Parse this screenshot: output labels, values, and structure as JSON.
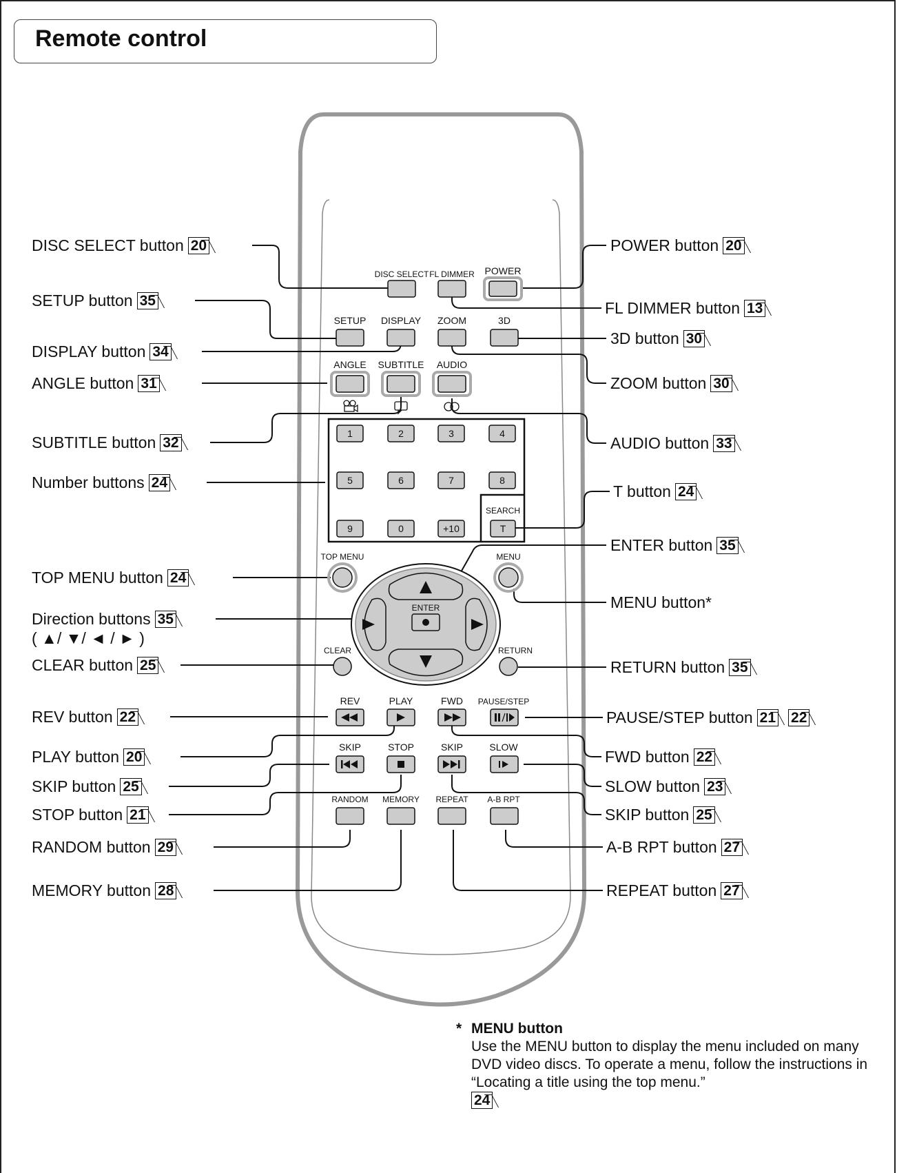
{
  "header": {
    "title": "Remote control"
  },
  "remote_buttons": {
    "disc_select": "DISC SELECT",
    "fl_dimmer": "FL DIMMER",
    "power": "POWER",
    "setup": "SETUP",
    "display": "DISPLAY",
    "zoom": "ZOOM",
    "three_d": "3D",
    "angle": "ANGLE",
    "subtitle": "SUBTITLE",
    "audio": "AUDIO",
    "numbers": [
      "1",
      "2",
      "3",
      "4",
      "5",
      "6",
      "7",
      "8",
      "9",
      "0",
      "+10"
    ],
    "search": "SEARCH",
    "t": "T",
    "top_menu": "TOP MENU",
    "menu": "MENU",
    "enter": "ENTER",
    "clear": "CLEAR",
    "return": "RETURN",
    "rev": "REV",
    "play": "PLAY",
    "fwd": "FWD",
    "pause_step": "PAUSE/STEP",
    "skip_back": "SKIP",
    "stop": "STOP",
    "skip_fwd": "SKIP",
    "slow": "SLOW",
    "random": "RANDOM",
    "memory": "MEMORY",
    "repeat": "REPEAT",
    "ab_rpt": "A-B RPT"
  },
  "callouts_left": [
    {
      "text": "DISC SELECT button",
      "ref": "20"
    },
    {
      "text": "SETUP button",
      "ref": "35"
    },
    {
      "text": "DISPLAY button",
      "ref": "34"
    },
    {
      "text": "ANGLE button",
      "ref": "31"
    },
    {
      "text": "SUBTITLE button",
      "ref": "32"
    },
    {
      "text": "Number buttons",
      "ref": "24"
    },
    {
      "text": "TOP MENU button",
      "ref": "24"
    },
    {
      "text": "Direction buttons",
      "ref": "35",
      "sub": "( ▲/ ▼/ ◄ / ► )"
    },
    {
      "text": "CLEAR button",
      "ref": "25"
    },
    {
      "text": "REV button",
      "ref": "22"
    },
    {
      "text": "PLAY button",
      "ref": "20"
    },
    {
      "text": "SKIP button",
      "ref": "25"
    },
    {
      "text": "STOP button",
      "ref": "21"
    },
    {
      "text": "RANDOM button",
      "ref": "29"
    },
    {
      "text": "MEMORY button",
      "ref": "28"
    }
  ],
  "callouts_right": [
    {
      "text": "POWER button",
      "ref": "20"
    },
    {
      "text": "FL DIMMER button",
      "ref": "13"
    },
    {
      "text": "3D button",
      "ref": "30"
    },
    {
      "text": "ZOOM button",
      "ref": "30"
    },
    {
      "text": "AUDIO button",
      "ref": "33"
    },
    {
      "text": "T button",
      "ref": "24"
    },
    {
      "text": "ENTER button",
      "ref": "35"
    },
    {
      "text": "MENU button*",
      "ref": ""
    },
    {
      "text": "RETURN button",
      "ref": "35"
    },
    {
      "text": "PAUSE/STEP button",
      "ref": "21",
      "ref2": "22"
    },
    {
      "text": "FWD button",
      "ref": "22"
    },
    {
      "text": "SLOW button",
      "ref": "23"
    },
    {
      "text": "SKIP button",
      "ref": "25"
    },
    {
      "text": "A-B RPT button",
      "ref": "27"
    },
    {
      "text": "REPEAT button",
      "ref": "27"
    }
  ],
  "note": {
    "star": "*",
    "heading": "MENU button",
    "body": "Use the MENU button to display the menu included on many DVD video discs. To operate a menu, follow the instructions in “Locating a title using the top menu.”",
    "ref": "24"
  }
}
